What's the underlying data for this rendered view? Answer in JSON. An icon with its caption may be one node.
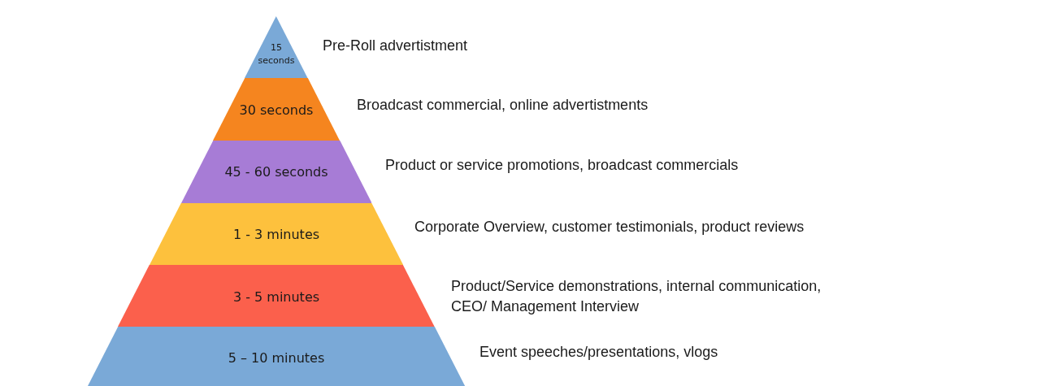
{
  "diagram": {
    "nodes": [
      {
        "text": [
          "15 seconds"
        ],
        "beside": [
          "Pre-Roll advertistment"
        ]
      },
      {
        "text": [
          "30 seconds"
        ],
        "beside": [
          "Broadcast commercial, online advertistments"
        ]
      },
      {
        "text": [
          "45 - 60 seconds"
        ],
        "beside": [
          "Product or service promotions, broadcast commercials"
        ]
      },
      {
        "text": [
          "1 - 3 minutes"
        ],
        "beside": [
          "Corporate Overview, customer testimonials, product reviews"
        ]
      },
      {
        "text": [
          "3 - 5 minutes"
        ],
        "beside": [
          "Product/Service demonstrations, internal communication, CEO/ Management Interview"
        ]
      },
      {
        "text": [
          "5 – 10 minutes"
        ],
        "beside": [
          "Event speeches/presentations, vlogs"
        ]
      }
    ]
  }
}
